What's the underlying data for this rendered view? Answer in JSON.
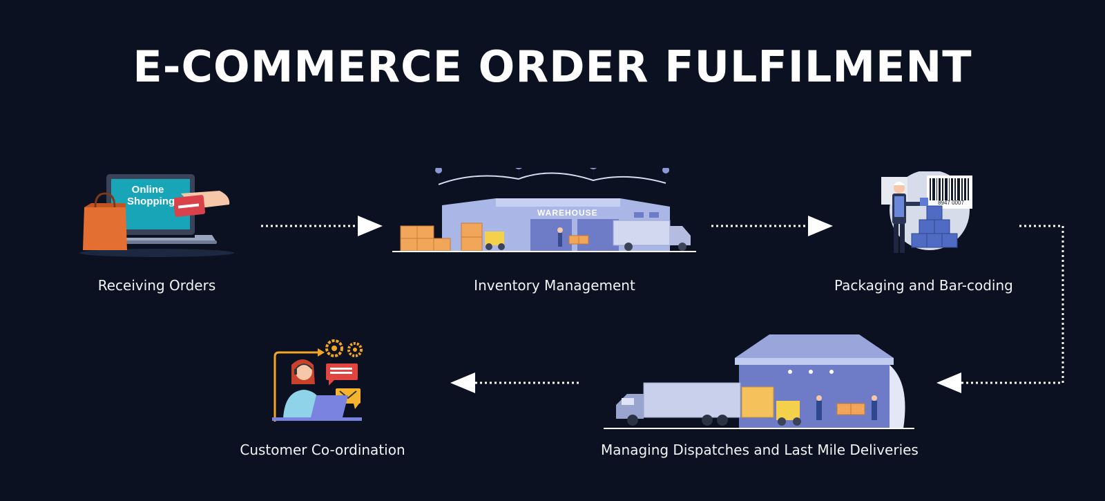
{
  "title": "E-COMMERCE ORDER FULFILMENT",
  "steps": [
    {
      "label": "Receiving Orders",
      "icon": "online-shopping-laptop-icon",
      "screen_text": [
        "Online",
        "Shopping"
      ]
    },
    {
      "label": "Inventory Management",
      "icon": "warehouse-icon",
      "sign_text": "WAREHOUSE"
    },
    {
      "label": "Packaging and Bar-coding",
      "icon": "barcode-worker-icon",
      "barcode_number": "8947 0007"
    },
    {
      "label": "Managing Dispatches and Last Mile Deliveries",
      "icon": "dispatch-truck-icon"
    },
    {
      "label": "Customer Co-ordination",
      "icon": "customer-support-icon"
    }
  ],
  "colors": {
    "background": "#0b1120",
    "text": "#ffffff",
    "accent_orange": "#f2a65a",
    "accent_blue": "#8c98d6",
    "connector": "#ffffff"
  }
}
